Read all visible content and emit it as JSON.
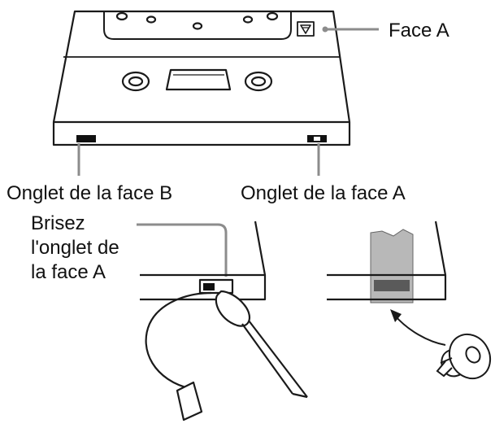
{
  "labels": {
    "face_a": "Face A",
    "onglet_b": "Onglet de la face B",
    "onglet_a": "Onglet de la face A",
    "brisez_line1": "Brisez",
    "brisez_line2": "l'onglet de",
    "brisez_line3": "la face A"
  },
  "colors": {
    "stroke": "#1a1a1a",
    "leader": "#8c8c8c",
    "tape": "#b8b8b8",
    "tab": "#111111"
  }
}
